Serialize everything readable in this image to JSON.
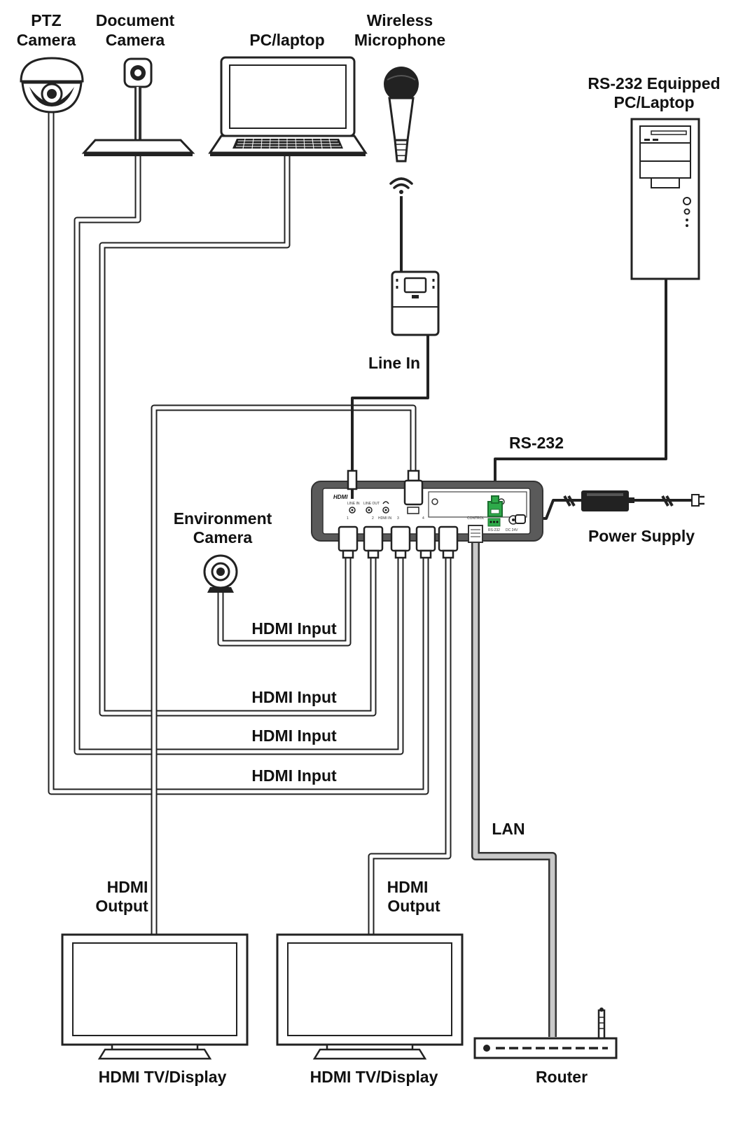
{
  "devices": {
    "ptz_camera": [
      "PTZ",
      "Camera"
    ],
    "document_camera": [
      "Document",
      "Camera"
    ],
    "pc_laptop": "PC/laptop",
    "wireless_microphone": [
      "Wireless",
      "Microphone"
    ],
    "rs232_pc": [
      "RS-232 Equipped",
      "PC/Laptop"
    ],
    "environment_camera": [
      "Environment",
      "Camera"
    ],
    "power_supply": "Power Supply",
    "display_1": "HDMI TV/Display",
    "display_2": "HDMI TV/Display",
    "router": "Router"
  },
  "connections": {
    "line_in": "Line In",
    "rs232": "RS-232",
    "hdmi_input_1": "HDMI Input",
    "hdmi_input_2": "HDMI Input",
    "hdmi_input_3": "HDMI Input",
    "hdmi_input_4": "HDMI Input",
    "lan": "LAN",
    "hdmi_output_1": [
      "HDMI",
      "Output"
    ],
    "hdmi_output_2": [
      "HDMI",
      "Output"
    ]
  },
  "unit_panel": {
    "logo": "HDMI",
    "line_in": "LINE IN",
    "line_out": "LINE OUT",
    "hdmi_in": "HDMI IN",
    "port_numbers": [
      "1",
      "2",
      "3",
      "4"
    ],
    "control": "CONTROL",
    "rs232": "RS-232",
    "dc": "DC 24V"
  },
  "colors": {
    "cable": "#222222",
    "lan_cable": "#c9c9c9",
    "terminal_block": "#2eaa4a",
    "unit_body": "#5a5a5a"
  }
}
